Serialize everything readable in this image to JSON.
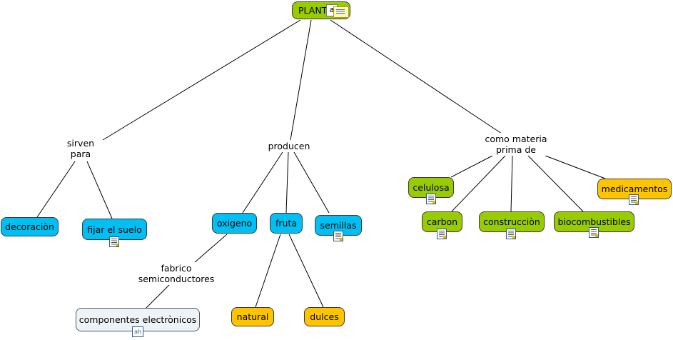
{
  "root": {
    "label": "PLANTAS",
    "visible_label": "PLANTA"
  },
  "links": {
    "sirven": "sirven\npara",
    "producen": "producen",
    "materia": "como materia\nprima de",
    "fabrico": "fabrico\nsemiconductores"
  },
  "nodes": {
    "decoracion": "decoraciòn",
    "fijar": "fijar el suelo",
    "oxigeno": "oxigeno",
    "fruta": "fruta",
    "semillas": "semillas",
    "componentes": "componentes electrònicos",
    "natural": "natural",
    "dulces": "dulces",
    "celulosa": "celulosa",
    "carbon": "carbon",
    "construccion": "construcciòn",
    "biocombustibles": "biocombustibles",
    "medicamentos": "medicamentos"
  },
  "icons": {
    "root": [
      "text-resource-icon",
      "note-resource-icon"
    ],
    "document": "document-resource-icon",
    "components": "concept-map-resource-icon"
  },
  "colors": {
    "root": "#99cc00",
    "blue": "#00bff3",
    "green": "#99cc00",
    "orange": "#ffc400",
    "light": "#eef3f8"
  }
}
